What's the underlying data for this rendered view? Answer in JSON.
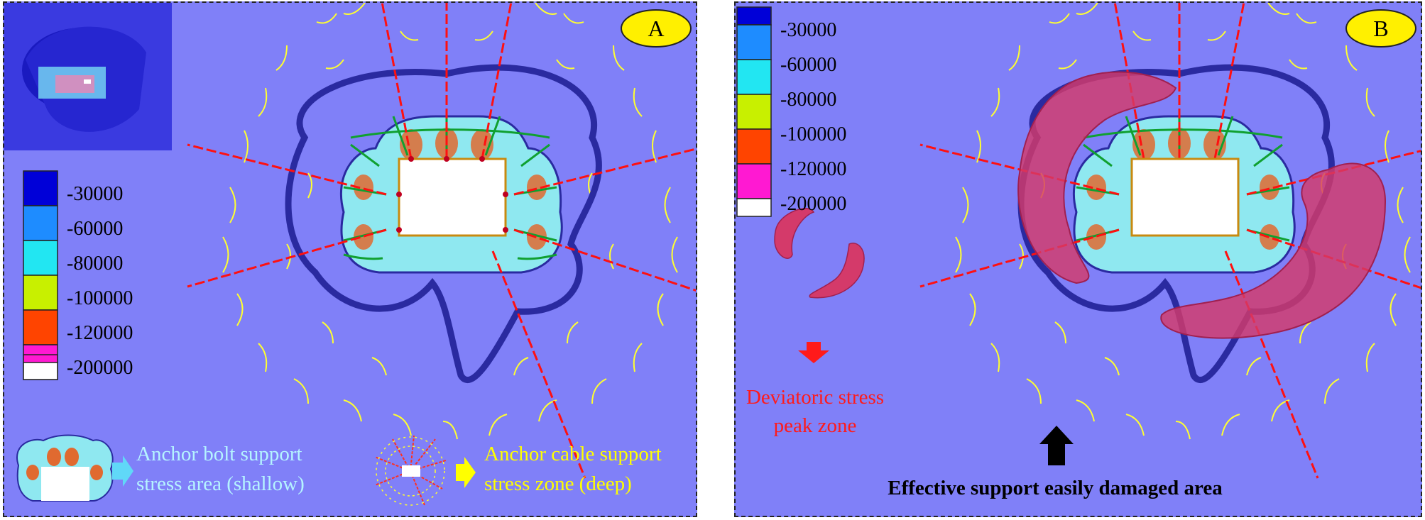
{
  "panel_a": {
    "label": "A",
    "legend": [
      "-30000",
      "-60000",
      "-80000",
      "-100000",
      "-120000",
      "-200000"
    ],
    "legend_colors": [
      "#0000d8",
      "#1e8cff",
      "#22e6f2",
      "#c8f000",
      "#ff4400",
      "#ff19d2",
      "#ffffff"
    ],
    "bolt_caption_1": "Anchor bolt support",
    "bolt_caption_2": "stress area (shallow)",
    "cable_caption_1": "Anchor cable support",
    "cable_caption_2": "stress zone (deep)"
  },
  "panel_b": {
    "label": "B",
    "legend": [
      "-30000",
      "-60000",
      "-80000",
      "-100000",
      "-120000",
      "-200000"
    ],
    "peak_caption_1": "Deviatoric stress",
    "peak_caption_2": "peak zone",
    "damaged_caption": "Effective support easily damaged area"
  },
  "colors": {
    "background": "#8080f8",
    "contour_blue": "#2a2aa0",
    "cyan_zone": "#8fe8f0",
    "cable_lines": "#ff1010",
    "arcs": "#ffff30",
    "peak_zone": "#d43a6a",
    "bolt_caption": "#b5f4ff",
    "cable_caption": "#ffff00",
    "peak_caption": "#ff1a1a"
  }
}
